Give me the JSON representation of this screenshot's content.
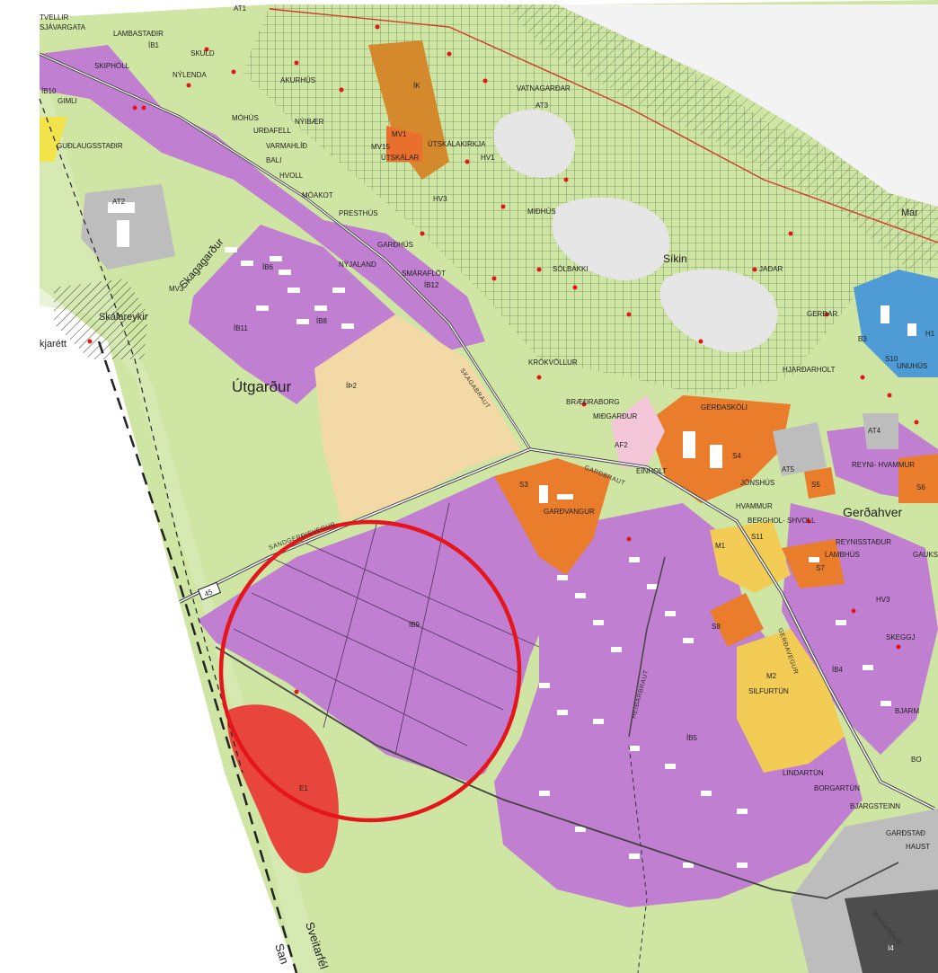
{
  "colors": {
    "agricultural_green": "#cfe5a4",
    "residential_purple": "#c07fd0",
    "service_orange": "#ea7d2c",
    "industrial_red": "#e8463c",
    "mixed_yellow": "#f2cc55",
    "open_beige": "#f3d9a6",
    "utility_gray": "#bdbdbd",
    "pink_area": "#f3c7d8",
    "blue_area": "#4f9bd6",
    "marked_circle": "#e5151c",
    "protected_hatch": "#2f4f2f",
    "sea_white": "#f7f7f7"
  },
  "map": {
    "place_names": {
      "utgardur": "Útgarður",
      "gerdahverfi": "Gerðahver",
      "sikin": "Síkin",
      "skalareykir": "Skálareykir",
      "skagagardur": "Skagagarður",
      "kjarett": "kjarétt",
      "sveitarfel": "Sveitarfél",
      "san": "San",
      "mar": "Mar"
    },
    "roads": {
      "skagabraut": "SKAGABRAUT",
      "gardbraut": "GARÐBRAUT",
      "heidarbraut": "HEIÐARBRAUT",
      "sandgerdisvegur": "SANDGERÐISVEGUR",
      "gerdavegur": "GERÐAVEGUR",
      "idngardur": "IÐNGARÐUR",
      "route_number": "45"
    },
    "zones": {
      "ib1": "ÍB1",
      "ib4": "ÍB4",
      "ib5": "ÍB5",
      "ib6": "ÍB6",
      "ib8": "ÍB8",
      "ib9": "ÍB9",
      "ib10": "ÍB10",
      "ib11": "ÍB11",
      "ib12": "ÍB12",
      "ip2": "ÍÞ2",
      "at1": "AT1",
      "at2": "AT2",
      "at4": "AT4",
      "at5": "AT5",
      "af2": "AF2",
      "s3": "S3",
      "s4": "S4",
      "s5": "S5",
      "s6": "S6",
      "s7": "S7",
      "s8": "S8",
      "s10": "S10",
      "s11": "S11",
      "m1": "M1",
      "m2": "M2",
      "e1": "E1",
      "mv1": "MV1",
      "mv3": "MV3",
      "mv15": "MV15",
      "hv1": "HV1",
      "hv3a": "HV3",
      "hv3b": "HV3",
      "ik": "ÍK",
      "at3": "AT3",
      "b3": "B3",
      "h1": "H1",
      "i4": "I4"
    },
    "farms": {
      "sjavargata": "SJÁVARGATA",
      "lambastadir": "LAMBASTAÐIR",
      "skuld": "SKULD",
      "skipholl": "SKIPHÓLL",
      "nylenda": "NÝLENDA",
      "akurhus": "AKURHÚS",
      "gimli": "GIMLI",
      "mohus": "MÓHÚS",
      "nyibaer": "NÝIBÆR",
      "urdafell": "URÐAFELL",
      "varmahlid": "VARMAHLÍÐ",
      "bali": "BALI",
      "hvoll": "HVOLL",
      "gudlaugsstadir": "GUÐLAUGSSTAÐIR",
      "utskalar": "ÚTSKÁLAR",
      "utskalakirkja": "ÚTSKÁLAKIRKJA",
      "vatnagardar": "VATNAGARÐAR",
      "moakot": "MÓAKOT",
      "presthus": "PRESTHÚS",
      "gardhus": "GARÐHÚS",
      "nyjaland": "NÝJALAND",
      "smaraflot": "SMÁRAFLÖT",
      "midhus": "MIÐHÚS",
      "solbakki": "SÓLBAKKI",
      "jadar": "JAÐAR",
      "gerdar": "GERÐAR",
      "unuhus": "UNUHÚS",
      "hjardarholt": "HJARÐARHOLT",
      "krokvollur": "KRÓKVÖLLUR",
      "braedraborg": "BRÆÐRABORG",
      "midgardur": "MIÐGARÐUR",
      "gerdaskoli": "GERÐASKÓLI",
      "einholt": "EINHOLT",
      "jonshus": "JÓNSHÚS",
      "reynihvammur": "REYNI-\nHVAMMUR",
      "hvammur": "HVAMMUR",
      "bergholshvoll": "BERGHOL-\nSHVOLL",
      "reynisstadur": "REYNISSTAÐUR",
      "lambhus": "LAMBHÚS",
      "gaukst": "GAUKS",
      "gardvangur": "GARÐVANGUR",
      "silfurtun": "SILFURTÚN",
      "lindartun": "LINDARTÚN",
      "borgartun": "BORGARTÚN",
      "bjargsteinn": "BJARGSTEINN",
      "gardstadir": "GARÐSTAÐ",
      "hausthus": "HAUST",
      "skeggjast": "SKEGGJ",
      "bjarm": "BJARM",
      "bo": "BO",
      "tveller": "TVELLIR"
    }
  }
}
